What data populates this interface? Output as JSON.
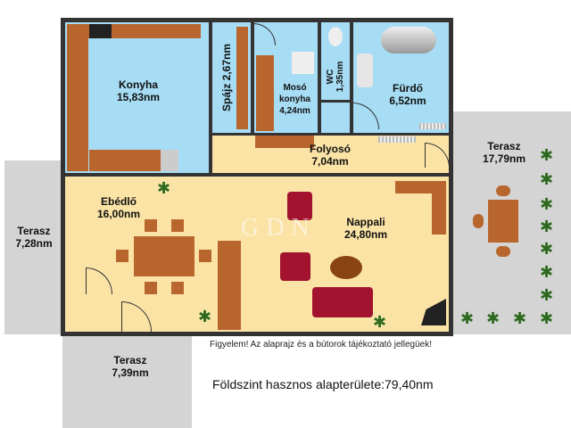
{
  "rooms": {
    "konyha": {
      "name": "Konyha",
      "area": "15,83nm"
    },
    "spajz": {
      "name": "Spájz 2,67nm"
    },
    "moso": {
      "name": "Mosó",
      "name2": "konyha",
      "area": "4,24nm"
    },
    "wc": {
      "name": "WC",
      "area": "1,35nm"
    },
    "furdo": {
      "name": "Fürdő",
      "area": "6,52nm"
    },
    "folyoso": {
      "name": "Folyosó",
      "area": "7,04nm"
    },
    "ebedlo": {
      "name": "Ebédlő",
      "area": "16,00nm"
    },
    "nappali": {
      "name": "Nappali",
      "area": "24,80nm"
    },
    "terasz_left": {
      "name": "Terasz",
      "area": "7,28nm"
    },
    "terasz_bottom": {
      "name": "Terasz",
      "area": "7,39nm"
    },
    "terasz_right": {
      "name": "Terasz",
      "area": "17,79nm"
    }
  },
  "notice": "Figyelem! Az alaprajz és a bútorok tájékoztató jellegüek!",
  "total": "Földszint hasznos alapterülete:79,40nm",
  "watermark": "GDN",
  "colors": {
    "blue": "#a6dcf4",
    "beige": "#fbe3a6",
    "terrace": "#d4d4d4",
    "furniture": "#b8652e",
    "sofa": "#a3122e"
  }
}
